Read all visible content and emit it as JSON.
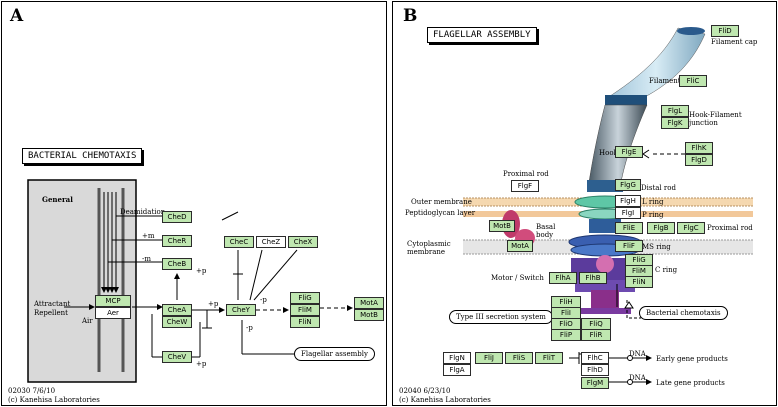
{
  "panelA": {
    "label": "A",
    "title": "BACTERIAL CHEMOTAXIS",
    "general_label": "General",
    "texts": {
      "deamidation": "Deamidation",
      "plus_m": "+m",
      "minus_m": "-m",
      "attractant": "Attractant",
      "repellent": "Repellent",
      "air": "Air",
      "plus_p1": "+p",
      "plus_p2": "+p",
      "minus_p1": "-p",
      "minus_p2": "-p",
      "plus_p3": "+p",
      "footer1": "02030 7/6/10",
      "footer2": "(c) Kanehisa Laboratories"
    },
    "genes": {
      "cheD": "CheD",
      "cheR": "CheR",
      "cheB": "CheB",
      "mcp": "MCP",
      "aer": "Aer",
      "cheA": "CheA",
      "cheW": "CheW",
      "cheV": "CheV",
      "cheC": "CheC",
      "cheZ": "CheZ",
      "cheX": "CheX",
      "cheY": "CheY",
      "fliG": "FliG",
      "fliM": "FliM",
      "fliN": "FliN",
      "motA": "MotA",
      "motB": "MotB"
    },
    "flagellar_assembly": "Flagellar assembly"
  },
  "panelB": {
    "label": "B",
    "title": "FLAGELLAR ASSEMBLY",
    "labels": {
      "filament_cap": "Filament cap",
      "filament": "Filament",
      "hook_filament": "Hook-Filament",
      "junction": "junction",
      "hook": "Hook",
      "proximal_rod_top": "Proximal rod",
      "distal_rod": "Distal rod",
      "outer_membrane": "Outer membrane",
      "l_ring": "L ring",
      "peptidoglycan": "Peptidoglycan layer",
      "p_ring": "P ring",
      "basal": "Basal",
      "body": "body",
      "proximal_rod": "Proximal rod",
      "cytoplasmic": "Cytoplasmic",
      "membrane": "membrane",
      "ms_ring": "MS ring",
      "c_ring": "C ring",
      "motor_switch": "Motor / Switch",
      "t3ss": "Type III secretion system",
      "bact_chemotaxis": "Bacterial chemotaxis",
      "dna1": "DNA",
      "dna2": "DNA",
      "early": "Early gene products",
      "late": "Late gene products",
      "footer1": "02040 6/23/10",
      "footer2": "(c) Kanehisa Laboratories"
    },
    "genes": {
      "fliD": "FliD",
      "fliC": "FliC",
      "flgL": "FlgL",
      "flgK": "FlgK",
      "flgE": "FlgE",
      "flhK": "FlhK",
      "flgD": "FlgD",
      "flgF": "FlgF",
      "flgG": "FlgG",
      "flgH": "FlgH",
      "flgI": "FlgI",
      "motB": "MotB",
      "motA": "MotA",
      "fliE": "FliE",
      "flgB": "FlgB",
      "flgC": "FlgC",
      "fliF": "FliF",
      "fliG": "FliG",
      "fliM": "FliM",
      "fliN": "FliN",
      "flhA": "FlhA",
      "flhB": "FlhB",
      "fliH": "FliH",
      "fliI": "FliI",
      "fliO": "FliO",
      "fliQ": "FliQ",
      "fliP": "FliP",
      "fliR": "FliR",
      "flgN": "FlgN",
      "fliJ": "FliJ",
      "fliS": "FliS",
      "fliT": "FliT",
      "flgA": "FlgA",
      "flhC": "FlhC",
      "flhD": "FlhD",
      "flgM": "FlgM"
    }
  }
}
